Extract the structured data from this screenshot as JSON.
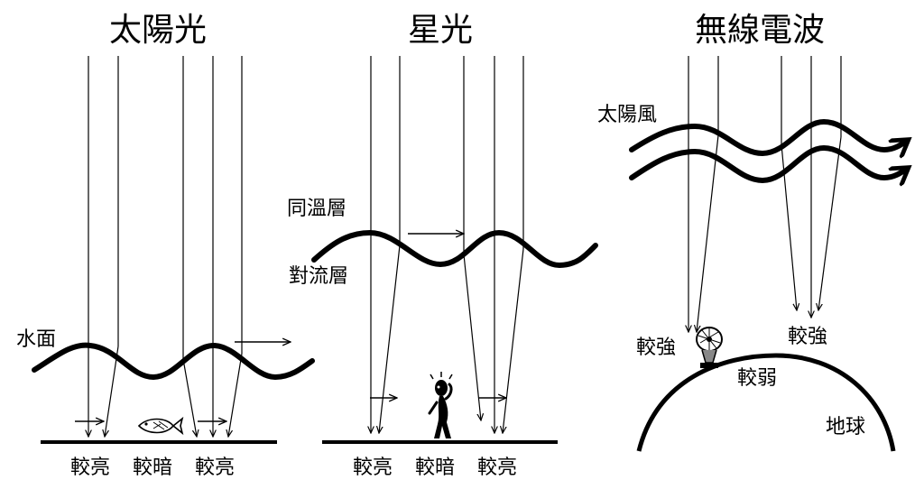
{
  "panels": {
    "sunlight": {
      "title": "太陽光",
      "surface_label": "水面",
      "bottom_labels": [
        "較亮",
        "較暗",
        "較亮"
      ]
    },
    "starlight": {
      "title": "星光",
      "upper_layer_label": "同溫層",
      "lower_layer_label": "對流層",
      "bottom_labels": [
        "較亮",
        "較暗",
        "較亮"
      ]
    },
    "radio": {
      "title": "無線電波",
      "wind_label": "太陽風",
      "strong_label_left": "較強",
      "strong_label_right": "較強",
      "weak_label": "較弱",
      "earth_label": "地球"
    }
  },
  "icons": [
    "fish-icon",
    "person-icon",
    "radio-dish-icon"
  ]
}
